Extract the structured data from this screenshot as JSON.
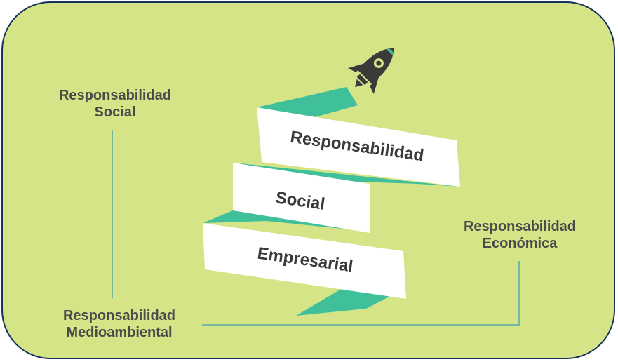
{
  "labels": {
    "social": {
      "line1": "Responsabilidad",
      "line2": "Social"
    },
    "economica": {
      "line1": "Responsabilidad",
      "line2": "Económica"
    },
    "medioambiental": {
      "line1": "Responsabilidad",
      "line2": "Medioambiental"
    }
  },
  "ribbon": {
    "word1": "Responsabilidad",
    "word2": "Social",
    "word3": "Empresarial"
  },
  "colors": {
    "background": "#d5e486",
    "border": "#16325c",
    "ribbon_face": "#ffffff",
    "ribbon_fold": "#3fc09b",
    "rocket": "#3a3a3a",
    "connector": "#5aa9a8"
  },
  "icons": {
    "rocket": "rocket-icon"
  }
}
